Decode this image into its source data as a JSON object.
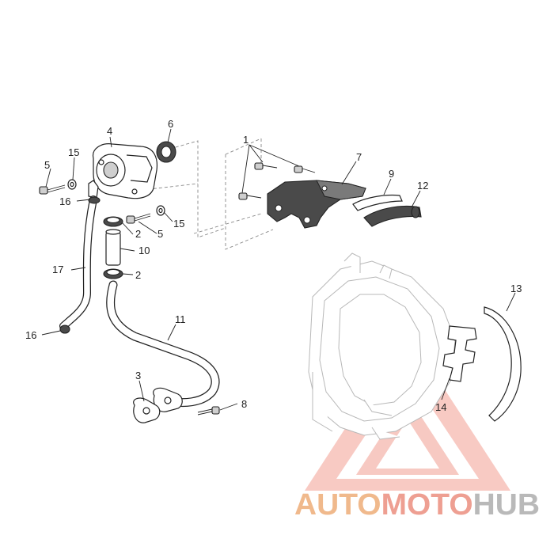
{
  "diagram": {
    "callouts": [
      "1",
      "2",
      "2",
      "3",
      "4",
      "5",
      "5",
      "6",
      "7",
      "8",
      "9",
      "10",
      "11",
      "12",
      "13",
      "14",
      "15",
      "15",
      "16",
      "16",
      "17"
    ]
  },
  "watermark": {
    "part1": "AUTO",
    "part2": "MOTO",
    "part3": "HUB",
    "color1": "#f0b98c",
    "color2": "#ee9f92",
    "color3": "#b9b9b9"
  }
}
